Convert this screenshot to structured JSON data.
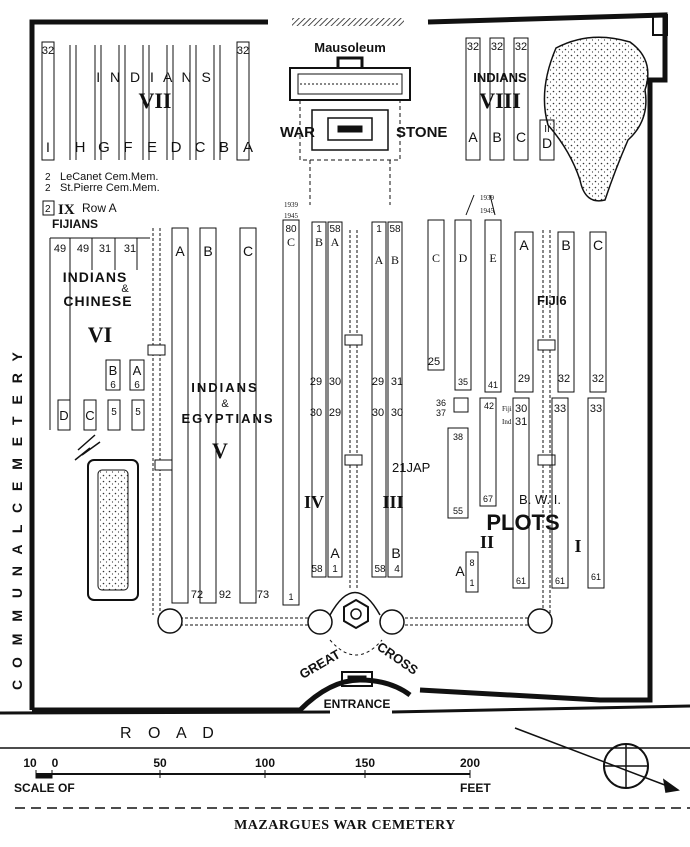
{
  "map": {
    "title": "MAZARGUES WAR CEMETERY",
    "features": {
      "mausoleum": "Mausoleum",
      "war": "WAR",
      "stone": "STONE",
      "great": "GREAT",
      "cross": "CROSS",
      "entrance": "ENTRANCE",
      "road": "R O A D",
      "communal_cemetery": "C O M M U N A L   C E M E T E R Y"
    },
    "plots": {
      "vii": {
        "numeral": "VII",
        "name": "I N D I A N S",
        "top_numbers": [
          "32",
          "32"
        ],
        "rows": [
          "I",
          "H",
          "G",
          "F",
          "E",
          "D",
          "C",
          "B",
          "A"
        ]
      },
      "viii": {
        "numeral": "VIII",
        "name": "INDIANS",
        "top_numbers": [
          "32",
          "32",
          "32"
        ],
        "rows": [
          "A",
          "B",
          "C",
          "D"
        ],
        "row_d_number": "II"
      },
      "ix": {
        "numeral": "IX",
        "row": "Row A",
        "name": "FIJIANS",
        "prefix": "2"
      },
      "memorials": [
        {
          "num": "2",
          "text": "LeCanet Cem.Mem."
        },
        {
          "num": "2",
          "text": "St.Pierre Cem.Mem."
        }
      ],
      "vi": {
        "numeral": "VI",
        "line1": "INDIANS",
        "amp": "&",
        "line2": "CHINESE",
        "top_numbers": [
          "49",
          "49",
          "31",
          "31"
        ],
        "cells": [
          "B",
          "6",
          "A",
          "6",
          "D",
          "C",
          "5",
          "5"
        ]
      },
      "v": {
        "numeral": "V",
        "line1": "INDIANS",
        "amp": "&",
        "line2": "EGYPTIANS",
        "rows": [
          "A",
          "B",
          "C"
        ],
        "bottom_numbers": [
          "72",
          "92",
          "73"
        ]
      },
      "iv": {
        "numeral": "IV",
        "years": [
          "1939",
          "1945"
        ],
        "rows": [
          "C",
          "B",
          "A"
        ],
        "top_numbers": [
          "80",
          "1",
          "58"
        ],
        "mid_numbers": [
          "29",
          "30",
          "30",
          "29"
        ],
        "bottom_numbers": [
          "1",
          "58",
          "1"
        ]
      },
      "iii": {
        "numeral": "III",
        "rows": [
          "A",
          "B"
        ],
        "top_numbers": [
          "1",
          "58"
        ],
        "mid_numbers": [
          "29",
          "31",
          "30",
          "30"
        ],
        "jap": "21JAP",
        "bottom_numbers": [
          "58",
          "4"
        ]
      },
      "bwi": {
        "label": "B. W. I.",
        "plots_word": "PLOTS",
        "plot_ii": "II",
        "plot_i": "I",
        "years": [
          "1939",
          "1945"
        ],
        "rows": [
          "C",
          "D",
          "E",
          "A",
          "B",
          "C"
        ],
        "fiji16": "FIJI6",
        "numbers": [
          "25",
          "35",
          "41",
          "29",
          "32",
          "32",
          "36",
          "37",
          "42",
          "30",
          "31",
          "33",
          "33",
          "38",
          "55",
          "67",
          "61",
          "61",
          "61",
          "8",
          "1",
          "A"
        ],
        "fiji_label": "Fiji",
        "ind_label": "Ind"
      }
    },
    "scale": {
      "label": "SCALE OF",
      "unit": "FEET",
      "ticks": [
        "10",
        "0",
        "50",
        "100",
        "150",
        "200"
      ]
    }
  }
}
